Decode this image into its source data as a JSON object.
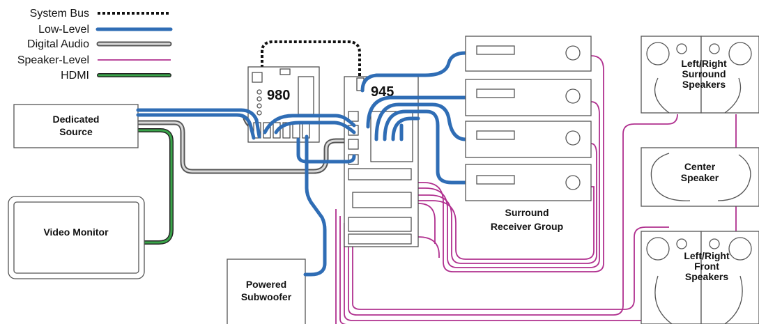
{
  "legend": {
    "items": [
      {
        "label": "System Bus",
        "style": "dotted",
        "color": "#111111"
      },
      {
        "label": "Low-Level",
        "style": "thick",
        "color": "#2f6db5"
      },
      {
        "label": "Digital Audio",
        "style": "double",
        "color": "#d9d9d9"
      },
      {
        "label": "Speaker-Level",
        "style": "thin",
        "color": "#b0308f"
      },
      {
        "label": "HDMI",
        "style": "double",
        "color": "#3aa54a"
      }
    ]
  },
  "devices": {
    "source_line1": "Dedicated",
    "source_line2": "Source",
    "monitor": "Video Monitor",
    "sub_line1": "Powered",
    "sub_line2": "Subwoofer",
    "unit_980": "980",
    "unit_945": "945",
    "receivers_line1": "Surround",
    "receivers_line2": "Receiver Group",
    "surround_line1": "Left/Right",
    "surround_line2": "Surround",
    "surround_line3": "Speakers",
    "center_line1": "Center",
    "center_line2": "Speaker",
    "front_line1": "Left/Right",
    "front_line2": "Front",
    "front_line3": "Speakers"
  }
}
